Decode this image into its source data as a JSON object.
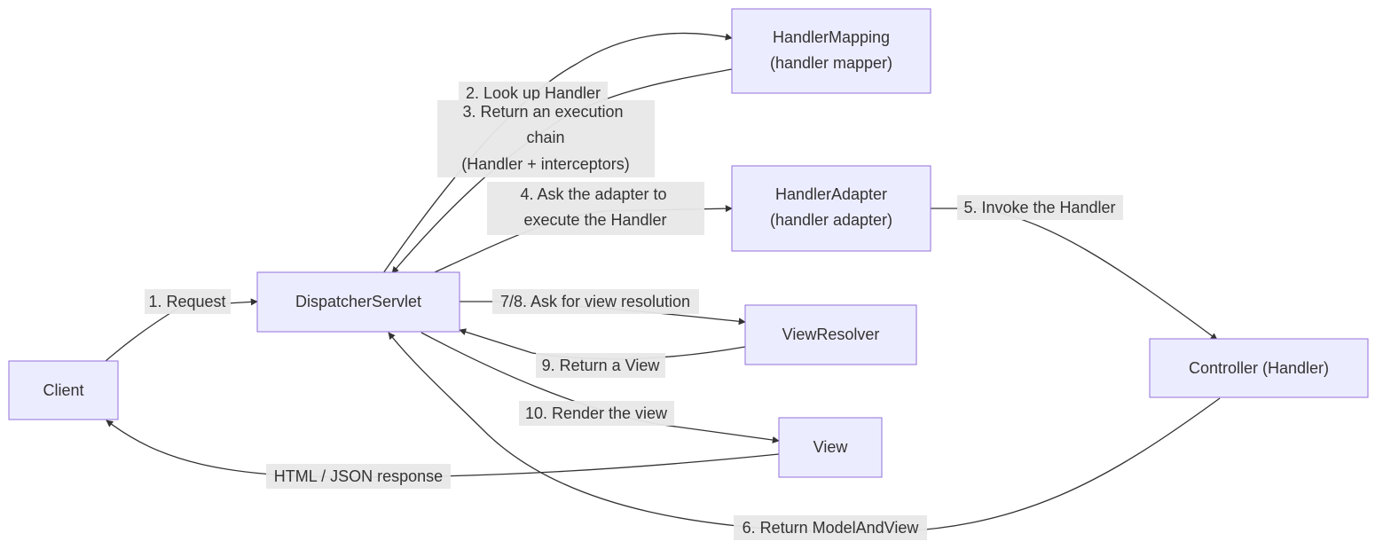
{
  "nodes": {
    "client": [
      "Client"
    ],
    "dispatcher": [
      "DispatcherServlet"
    ],
    "handler_mapping": [
      "HandlerMapping",
      "(handler mapper)"
    ],
    "handler_adapter": [
      "HandlerAdapter",
      "(handler adapter)"
    ],
    "view_resolver": [
      "ViewResolver"
    ],
    "view": [
      "View"
    ],
    "controller": [
      "Controller (Handler)"
    ]
  },
  "edges": {
    "request": [
      "1. Request"
    ],
    "lookup": [
      "2. Look up Handler"
    ],
    "return_chain": [
      "3. Return an execution",
      "chain",
      "(Handler + interceptors)"
    ],
    "ask_adapter": [
      "4. Ask the adapter to",
      "execute the Handler"
    ],
    "invoke": [
      "5. Invoke the Handler"
    ],
    "return_mav": [
      "6. Return ModelAndView"
    ],
    "ask_view": [
      "7/8. Ask for view resolution"
    ],
    "return_view": [
      "9. Return a View"
    ],
    "render": [
      "10. Render the view"
    ],
    "response": [
      "HTML / JSON response"
    ]
  },
  "colors": {
    "node_fill": "#ECECFF",
    "node_border": "#9370DB",
    "edge": "#333333",
    "label_bg": "#e8e8e8",
    "text": "#333333"
  }
}
